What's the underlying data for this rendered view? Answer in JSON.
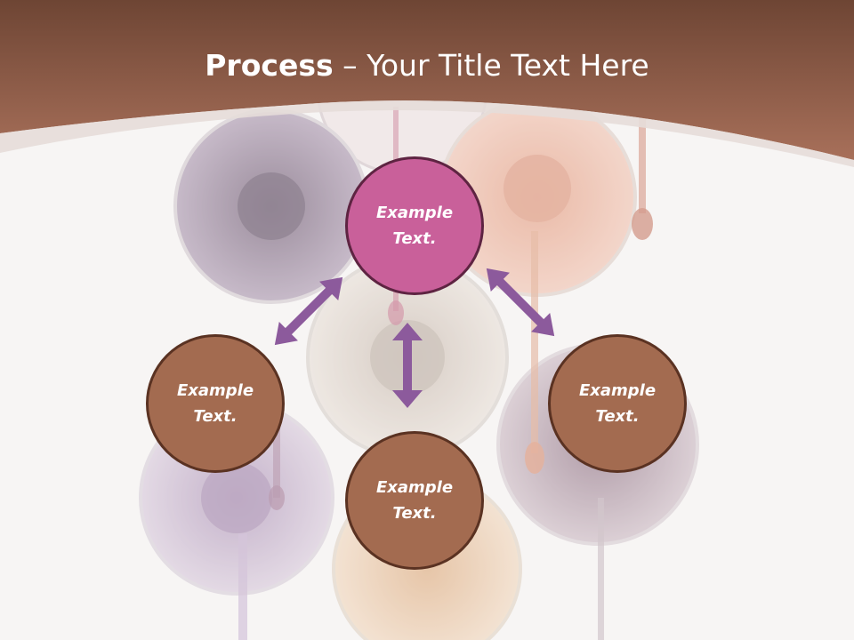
{
  "slide": {
    "title_bold": "Process",
    "title_rest": " – Your Title Text Here",
    "nodes": {
      "top": "Example Text.",
      "left": "Example Text.",
      "bottom": "Example Text.",
      "right": "Example Text."
    }
  },
  "colors": {
    "header_band": "#8a5a44",
    "node_pink": "#c9609a",
    "node_brown": "#a36b50",
    "arrow": "#8c5a9c",
    "background": "#f7f5f4"
  },
  "icons": {
    "arrows": "double-headed-arrow"
  }
}
